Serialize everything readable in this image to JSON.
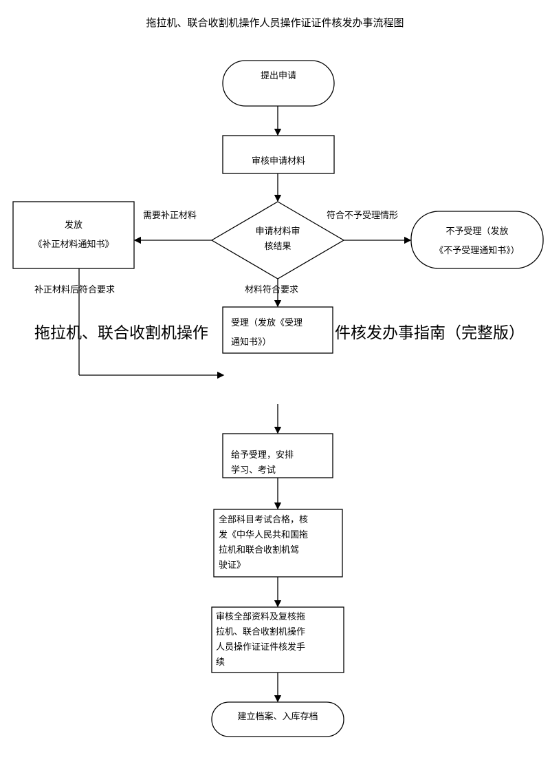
{
  "title": "拖拉机、联合收割机操作人员操作证证件核发办事流程图",
  "nodes": {
    "start": "提出申请",
    "review": "审核申请材料",
    "decision": [
      "申请材料审",
      "核结果"
    ],
    "supplement": [
      "发放",
      "《补正材料通知书》"
    ],
    "reject": [
      "不予受理（发放",
      "《不予受理通知书》）"
    ],
    "accept": [
      "受理（发放《受理",
      "通知书》）"
    ],
    "study": [
      "给予受理，安排",
      "学习、考试"
    ],
    "issue": [
      "全部科目考试合格，核",
      "发《中华人民共和国拖",
      "拉机和联合收割机驾",
      "驶证》"
    ],
    "verify": [
      "审核全部资料及复核拖",
      "拉机、联合收割机操作",
      "人员操作证证件核发手",
      "续"
    ],
    "end": "建立档案、入库存档"
  },
  "edges": {
    "need_supplement": "需要补正材料",
    "reject_case": "符合不予受理情形",
    "after_supplement": "补正材料后符合要求",
    "meets": "材料符合要求"
  },
  "overlay_text": {
    "left": "拖拉机、联合收割机操作",
    "right": "件核发办事指南（完整版）"
  }
}
